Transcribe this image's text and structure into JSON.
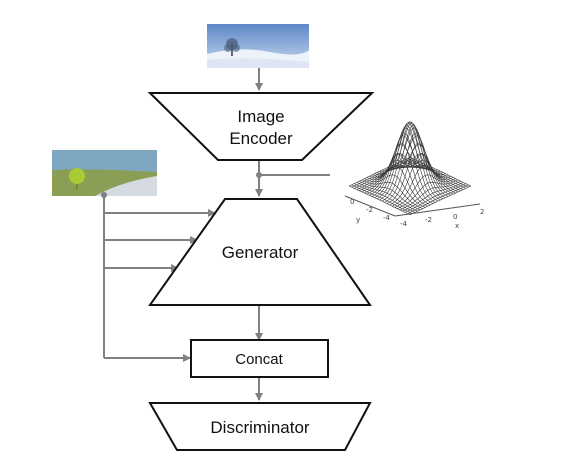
{
  "blocks": {
    "encoder_line1": "Image",
    "encoder_line2": "Encoder",
    "generator": "Generator",
    "concat": "Concat",
    "discriminator": "Discriminator"
  },
  "gaussian_plot": {
    "x_axis_letter": "x",
    "y_axis_letter": "y",
    "x_ticks": [
      "-4",
      "-2",
      "0",
      "2"
    ],
    "y_ticks": [
      "-4",
      "-2",
      "0"
    ]
  },
  "colors": {
    "block_stroke": "#111111",
    "arrow": "#808080",
    "sky": "#8fb4de",
    "snow": "#e9eef7",
    "segmap_sky": "#7ea7c2",
    "segmap_grass": "#8a9e56",
    "segmap_tree": "#a8cc36",
    "segmap_snow": "#d6dbe1"
  }
}
